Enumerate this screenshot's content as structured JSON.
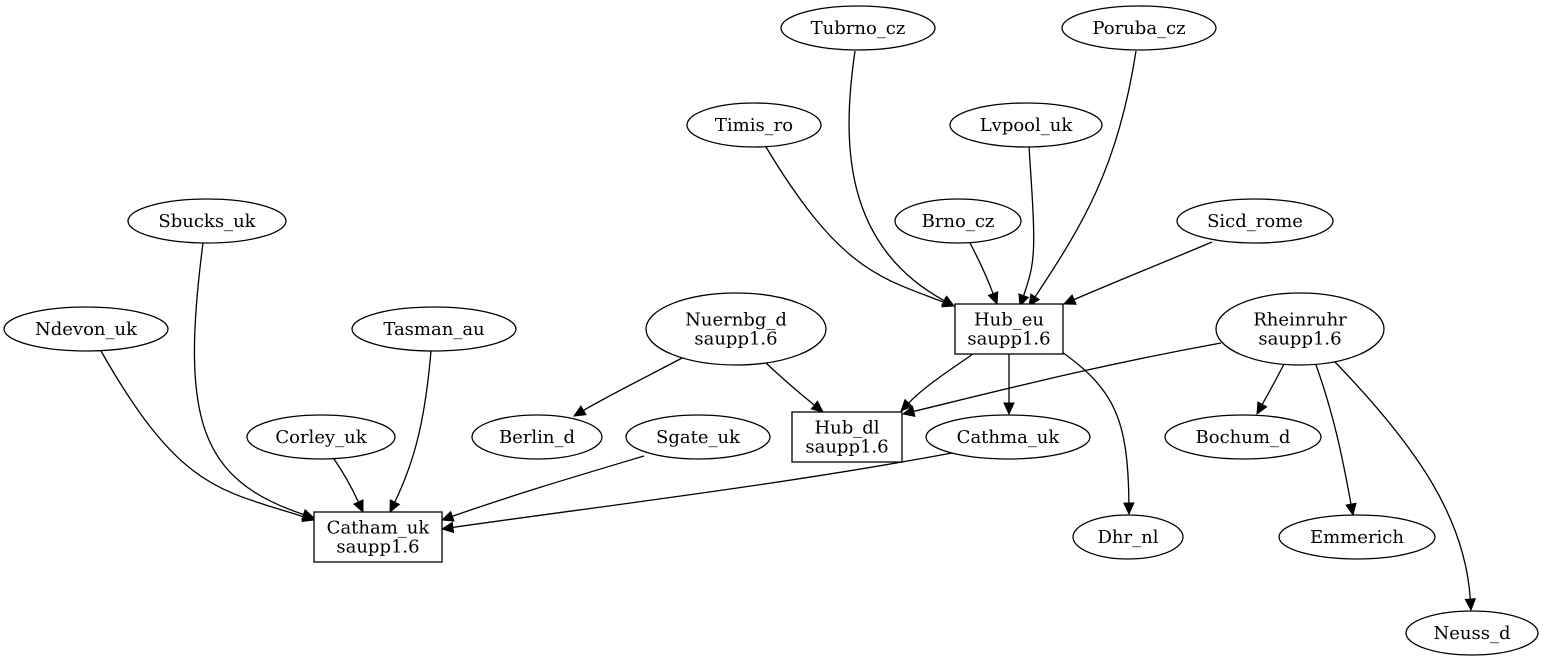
{
  "nodes": [
    {
      "id": "tubrno",
      "shape": "ellipse",
      "lines": [
        "Tubrno_cz"
      ]
    },
    {
      "id": "poruba",
      "shape": "ellipse",
      "lines": [
        "Poruba_cz"
      ]
    },
    {
      "id": "timis",
      "shape": "ellipse",
      "lines": [
        "Timis_ro"
      ]
    },
    {
      "id": "lvpool",
      "shape": "ellipse",
      "lines": [
        "Lvpool_uk"
      ]
    },
    {
      "id": "sbucks",
      "shape": "ellipse",
      "lines": [
        "Sbucks_uk"
      ]
    },
    {
      "id": "brno",
      "shape": "ellipse",
      "lines": [
        "Brno_cz"
      ]
    },
    {
      "id": "sicd",
      "shape": "ellipse",
      "lines": [
        "Sicd_rome"
      ]
    },
    {
      "id": "ndevon",
      "shape": "ellipse",
      "lines": [
        "Ndevon_uk"
      ]
    },
    {
      "id": "tasman",
      "shape": "ellipse",
      "lines": [
        "Tasman_au"
      ]
    },
    {
      "id": "nuernbg",
      "shape": "ellipse",
      "lines": [
        "Nuernbg_d",
        "saupp1.6"
      ]
    },
    {
      "id": "hub_eu",
      "shape": "box",
      "lines": [
        "Hub_eu",
        "saupp1.6"
      ]
    },
    {
      "id": "rheinruhr",
      "shape": "ellipse",
      "lines": [
        "Rheinruhr",
        "saupp1.6"
      ]
    },
    {
      "id": "corley",
      "shape": "ellipse",
      "lines": [
        "Corley_uk"
      ]
    },
    {
      "id": "berlin",
      "shape": "ellipse",
      "lines": [
        "Berlin_d"
      ]
    },
    {
      "id": "sgate",
      "shape": "ellipse",
      "lines": [
        "Sgate_uk"
      ]
    },
    {
      "id": "hub_dl",
      "shape": "box",
      "lines": [
        "Hub_dl",
        "saupp1.6"
      ]
    },
    {
      "id": "cathma",
      "shape": "ellipse",
      "lines": [
        "Cathma_uk"
      ]
    },
    {
      "id": "bochum",
      "shape": "ellipse",
      "lines": [
        "Bochum_d"
      ]
    },
    {
      "id": "catham",
      "shape": "box",
      "lines": [
        "Catham_uk",
        "saupp1.6"
      ]
    },
    {
      "id": "dhr",
      "shape": "ellipse",
      "lines": [
        "Dhr_nl"
      ]
    },
    {
      "id": "emmerich",
      "shape": "ellipse",
      "lines": [
        "Emmerich"
      ]
    },
    {
      "id": "neuss",
      "shape": "ellipse",
      "lines": [
        "Neuss_d"
      ]
    }
  ],
  "edges": [
    {
      "from": "tubrno",
      "to": "hub_eu"
    },
    {
      "from": "poruba",
      "to": "hub_eu"
    },
    {
      "from": "timis",
      "to": "hub_eu"
    },
    {
      "from": "lvpool",
      "to": "hub_eu"
    },
    {
      "from": "brno",
      "to": "hub_eu"
    },
    {
      "from": "sicd",
      "to": "hub_eu"
    },
    {
      "from": "hub_eu",
      "to": "hub_dl"
    },
    {
      "from": "hub_eu",
      "to": "cathma"
    },
    {
      "from": "hub_eu",
      "to": "dhr"
    },
    {
      "from": "nuernbg",
      "to": "berlin"
    },
    {
      "from": "nuernbg",
      "to": "hub_dl"
    },
    {
      "from": "rheinruhr",
      "to": "hub_dl"
    },
    {
      "from": "rheinruhr",
      "to": "bochum"
    },
    {
      "from": "rheinruhr",
      "to": "emmerich"
    },
    {
      "from": "rheinruhr",
      "to": "neuss"
    },
    {
      "from": "sbucks",
      "to": "catham"
    },
    {
      "from": "ndevon",
      "to": "catham"
    },
    {
      "from": "tasman",
      "to": "catham"
    },
    {
      "from": "corley",
      "to": "catham"
    },
    {
      "from": "sgate",
      "to": "catham"
    },
    {
      "from": "cathma",
      "to": "catham"
    }
  ]
}
